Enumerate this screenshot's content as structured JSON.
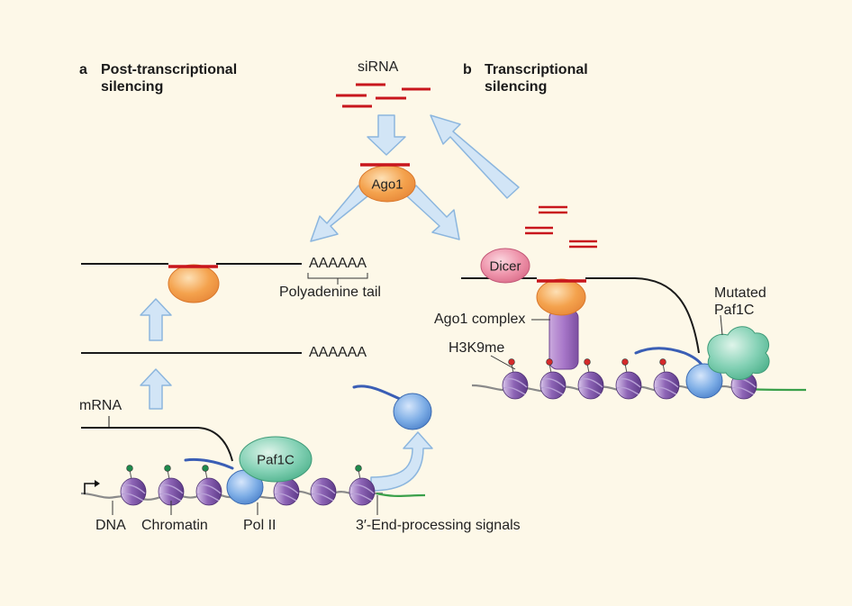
{
  "panel_a": {
    "letter": "a",
    "title": "Post-transcriptional silencing"
  },
  "panel_b": {
    "letter": "b",
    "title": "Transcriptional silencing"
  },
  "labels": {
    "sirna": "siRNA",
    "ago1": "Ago1",
    "dicer": "Dicer",
    "paf1c": "Paf1C",
    "mutated_paf1c": "Mutated Paf1C",
    "polya_top": "AAAAAA",
    "polya_mid": "AAAAAA",
    "polyadenine_tail": "Polyadenine tail",
    "mrna": "mRNA",
    "dna": "DNA",
    "chromatin": "Chromatin",
    "pol_ii": "Pol II",
    "end_processing": "3′-End-processing signals",
    "ago1_complex": "Ago1 complex",
    "h3k9me": "H3K9me"
  },
  "colors": {
    "background": "#fdf8e8",
    "sirna": "#c8161d",
    "ago1": "#f4a24d",
    "dicer": "#e87f9b",
    "paf1c": "#67c2a2",
    "pol_ii": "#5b8fd4",
    "nucleosome": "#7b52a3",
    "h3k9me_mark": "#d42a2a",
    "active_mark": "#1f8a4c",
    "arrow": "#b9d3ec",
    "terminator": "#3aa04a",
    "rna_tail": "#3a5eb5"
  }
}
